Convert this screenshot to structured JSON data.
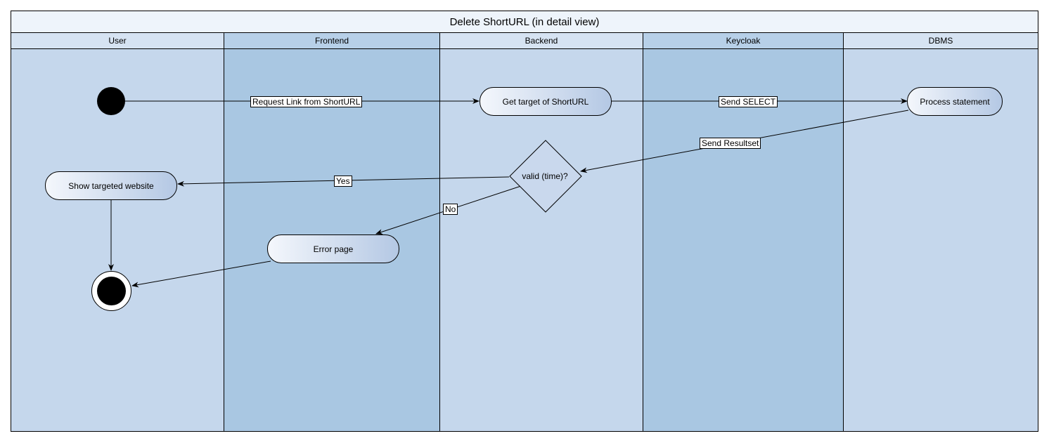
{
  "diagram": {
    "title": "Delete ShortURL (in detail view)",
    "lanes": [
      "User",
      "Frontend",
      "Backend",
      "Keycloak",
      "DBMS"
    ],
    "nodes": {
      "get_target": "Get target of ShortURL",
      "process_statement": "Process statement",
      "show_website": "Show targeted website",
      "error_page": "Error page",
      "decision": "valid (time)?"
    },
    "edge_labels": {
      "request_link": "Request Link from ShortURL",
      "send_select": "Send SELECT",
      "send_resultset": "Send Resultset",
      "yes": "Yes",
      "no": "No"
    }
  }
}
